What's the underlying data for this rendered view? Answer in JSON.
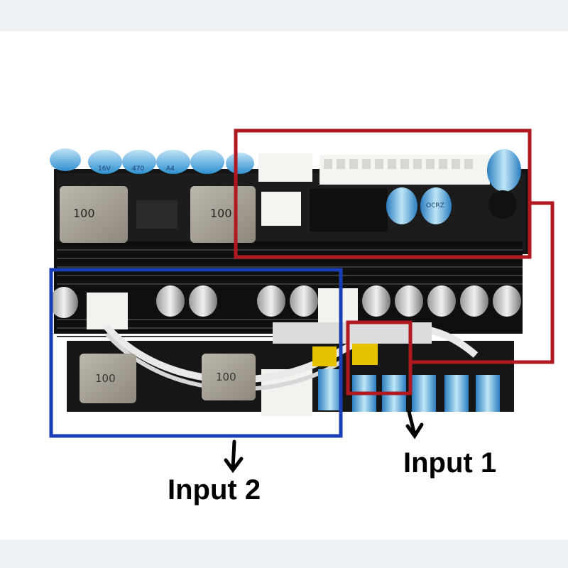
{
  "annotations": {
    "input_1_label": "Input 1",
    "input_2_label": "Input 2",
    "input_1_box_color": "#b0191f",
    "input_2_box_color": "#1a3fb5"
  },
  "board": {
    "inductor_marking": "100",
    "capacitor_marking_1": "A4",
    "capacitor_marking_2": "OCRZ",
    "capacitor_marking_3": "470",
    "capacitor_marking_4": "16V"
  },
  "icons": [
    "arrow-down-icon"
  ]
}
